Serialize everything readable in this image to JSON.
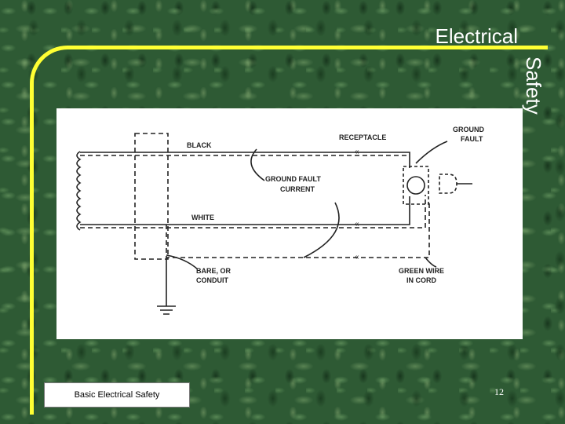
{
  "slide": {
    "title_line1": "Electrical",
    "title_line2": "Safety",
    "footer_text": "Basic Electrical Safety",
    "page_number": "12",
    "accent_color": "#ffff33"
  },
  "diagram": {
    "labels": {
      "black": "BLACK",
      "receptacle": "RECEPTACLE",
      "ground": "GROUND",
      "fault": "FAULT",
      "ground_fault": "GROUND FAULT",
      "current": "CURRENT",
      "white": "WHITE",
      "bare_or": "BARE, OR",
      "conduit": "CONDUIT",
      "green_wire": "GREEN WIRE",
      "in_cord": "IN CORD"
    }
  }
}
